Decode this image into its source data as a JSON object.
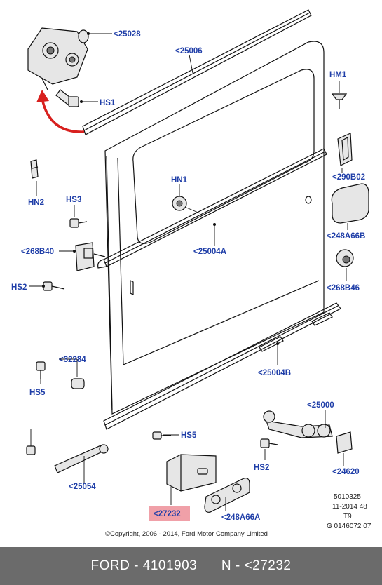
{
  "labels": {
    "p25028": "<25028",
    "p25006": "<25006",
    "hs1": "HS1",
    "hm1": "HM1",
    "p290b02": "<290B02",
    "hn2": "HN2",
    "hn1": "HN1",
    "hs3": "HS3",
    "p248a66b": "<248A66B",
    "p268b40": "<268B40",
    "p25004a": "<25004A",
    "hs2_left": "HS2",
    "p268b46": "<268B46",
    "p32284": "<32284",
    "p25004b": "<25004B",
    "hs5_left": "HS5",
    "p25000": "<25000",
    "hs5_mid": "HS5",
    "hs2_right": "HS2",
    "p24620": "<24620",
    "p25054": "<25054",
    "p27232": "<27232",
    "p248a66a": "<248A66A"
  },
  "meta": {
    "line1": "5010325",
    "line2": "11-2014 48",
    "line3": "T9",
    "line4": "G 0146072 07"
  },
  "copyright": "©Copyright, 2006 - 2014, Ford Motor Company Limited",
  "footer": {
    "brand": "FORD",
    "part_number": "4101903",
    "prefix": "N",
    "selected": "<27232"
  },
  "colors": {
    "label": "#1f3ea8",
    "highlight": "#f0a0a8",
    "arrow": "#d8201e",
    "footer_bg": "#6b6b6b"
  }
}
